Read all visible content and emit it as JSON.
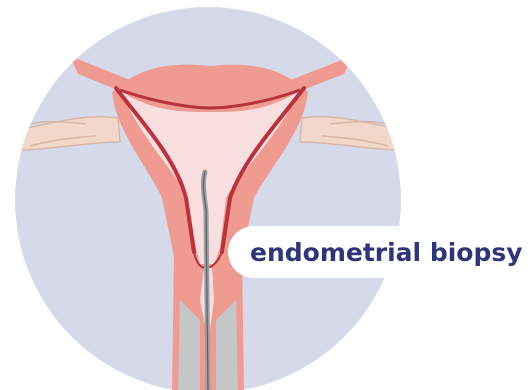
{
  "label": {
    "text": "endometrial biopsy"
  },
  "illustration": {
    "subject": "uterus with biopsy instrument",
    "icon": "uterus-illustration",
    "colors": {
      "background_circle": "#d5d9ea",
      "uterus": "#ef9b92",
      "uterus_inner_wall": "#b8333d",
      "cavity": "#f8dede",
      "ovary_ligament": "#f1d8cb",
      "ligament_outline": "#d9b7a8",
      "instrument": "#9a9ea3",
      "speculum": "#c4c6c8",
      "label_text": "#2e3677",
      "label_background": "#ffffff"
    }
  }
}
